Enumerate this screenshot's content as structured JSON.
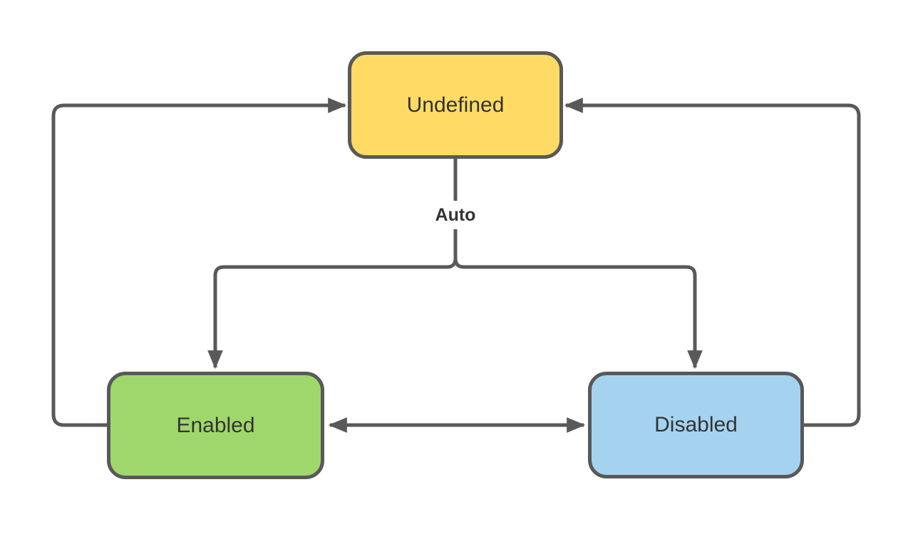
{
  "diagram": {
    "nodes": [
      {
        "id": "undefined",
        "label": "Undefined",
        "fill": "#FFDB66"
      },
      {
        "id": "enabled",
        "label": "Enabled",
        "fill": "#A0D76C"
      },
      {
        "id": "disabled",
        "label": "Disabled",
        "fill": "#A5D3EF"
      }
    ],
    "edges": [
      {
        "from": "Undefined",
        "to": "Enabled",
        "label": "Auto"
      },
      {
        "from": "Undefined",
        "to": "Disabled",
        "label": "Auto"
      },
      {
        "from": "Enabled",
        "to": "Undefined",
        "label": ""
      },
      {
        "from": "Disabled",
        "to": "Undefined",
        "label": ""
      },
      {
        "from": "Enabled",
        "to": "Disabled",
        "label": "",
        "bidirectional": true
      }
    ],
    "colors": {
      "stroke": "#595959",
      "node_border": "#595959",
      "text": "#333333",
      "background": "#FFFFFF"
    }
  }
}
